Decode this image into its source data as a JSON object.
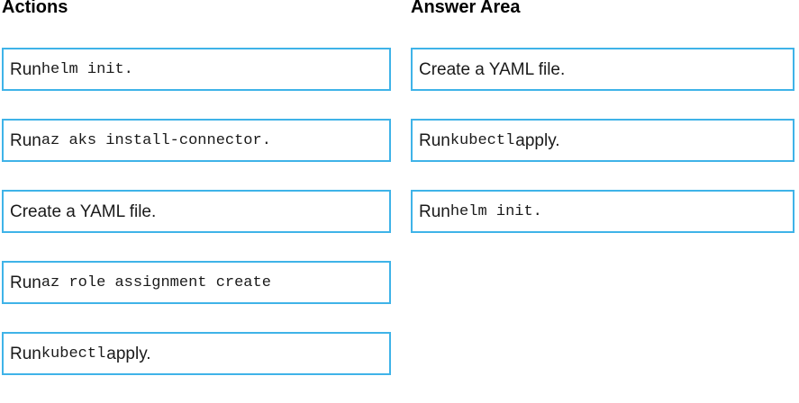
{
  "accent_border_color": "#3fb3e8",
  "text_color": "#1a1a1a",
  "actions": {
    "heading": "Actions",
    "items": [
      {
        "segments": [
          {
            "text": "Run ",
            "style": "txt"
          },
          {
            "text": "helm init.",
            "style": "code"
          }
        ]
      },
      {
        "segments": [
          {
            "text": "Run",
            "style": "txt"
          },
          {
            "text": "az aks install-connector.",
            "style": "code"
          }
        ]
      },
      {
        "segments": [
          {
            "text": "Create a YAML file.",
            "style": "txt"
          }
        ]
      },
      {
        "segments": [
          {
            "text": "Run",
            "style": "txt"
          },
          {
            "text": "az role assignment create",
            "style": "code"
          }
        ]
      },
      {
        "segments": [
          {
            "text": "Run ",
            "style": "txt"
          },
          {
            "text": "kubectl",
            "style": "code"
          },
          {
            "text": " apply.",
            "style": "txt"
          }
        ]
      }
    ]
  },
  "answer_area": {
    "heading": "Answer Area",
    "items": [
      {
        "segments": [
          {
            "text": "Create a YAML file.",
            "style": "txt"
          }
        ]
      },
      {
        "segments": [
          {
            "text": "Run ",
            "style": "txt"
          },
          {
            "text": "kubectl",
            "style": "code"
          },
          {
            "text": " apply.",
            "style": "txt"
          }
        ]
      },
      {
        "segments": [
          {
            "text": "Run ",
            "style": "txt"
          },
          {
            "text": "helm init.",
            "style": "code"
          }
        ]
      }
    ]
  }
}
